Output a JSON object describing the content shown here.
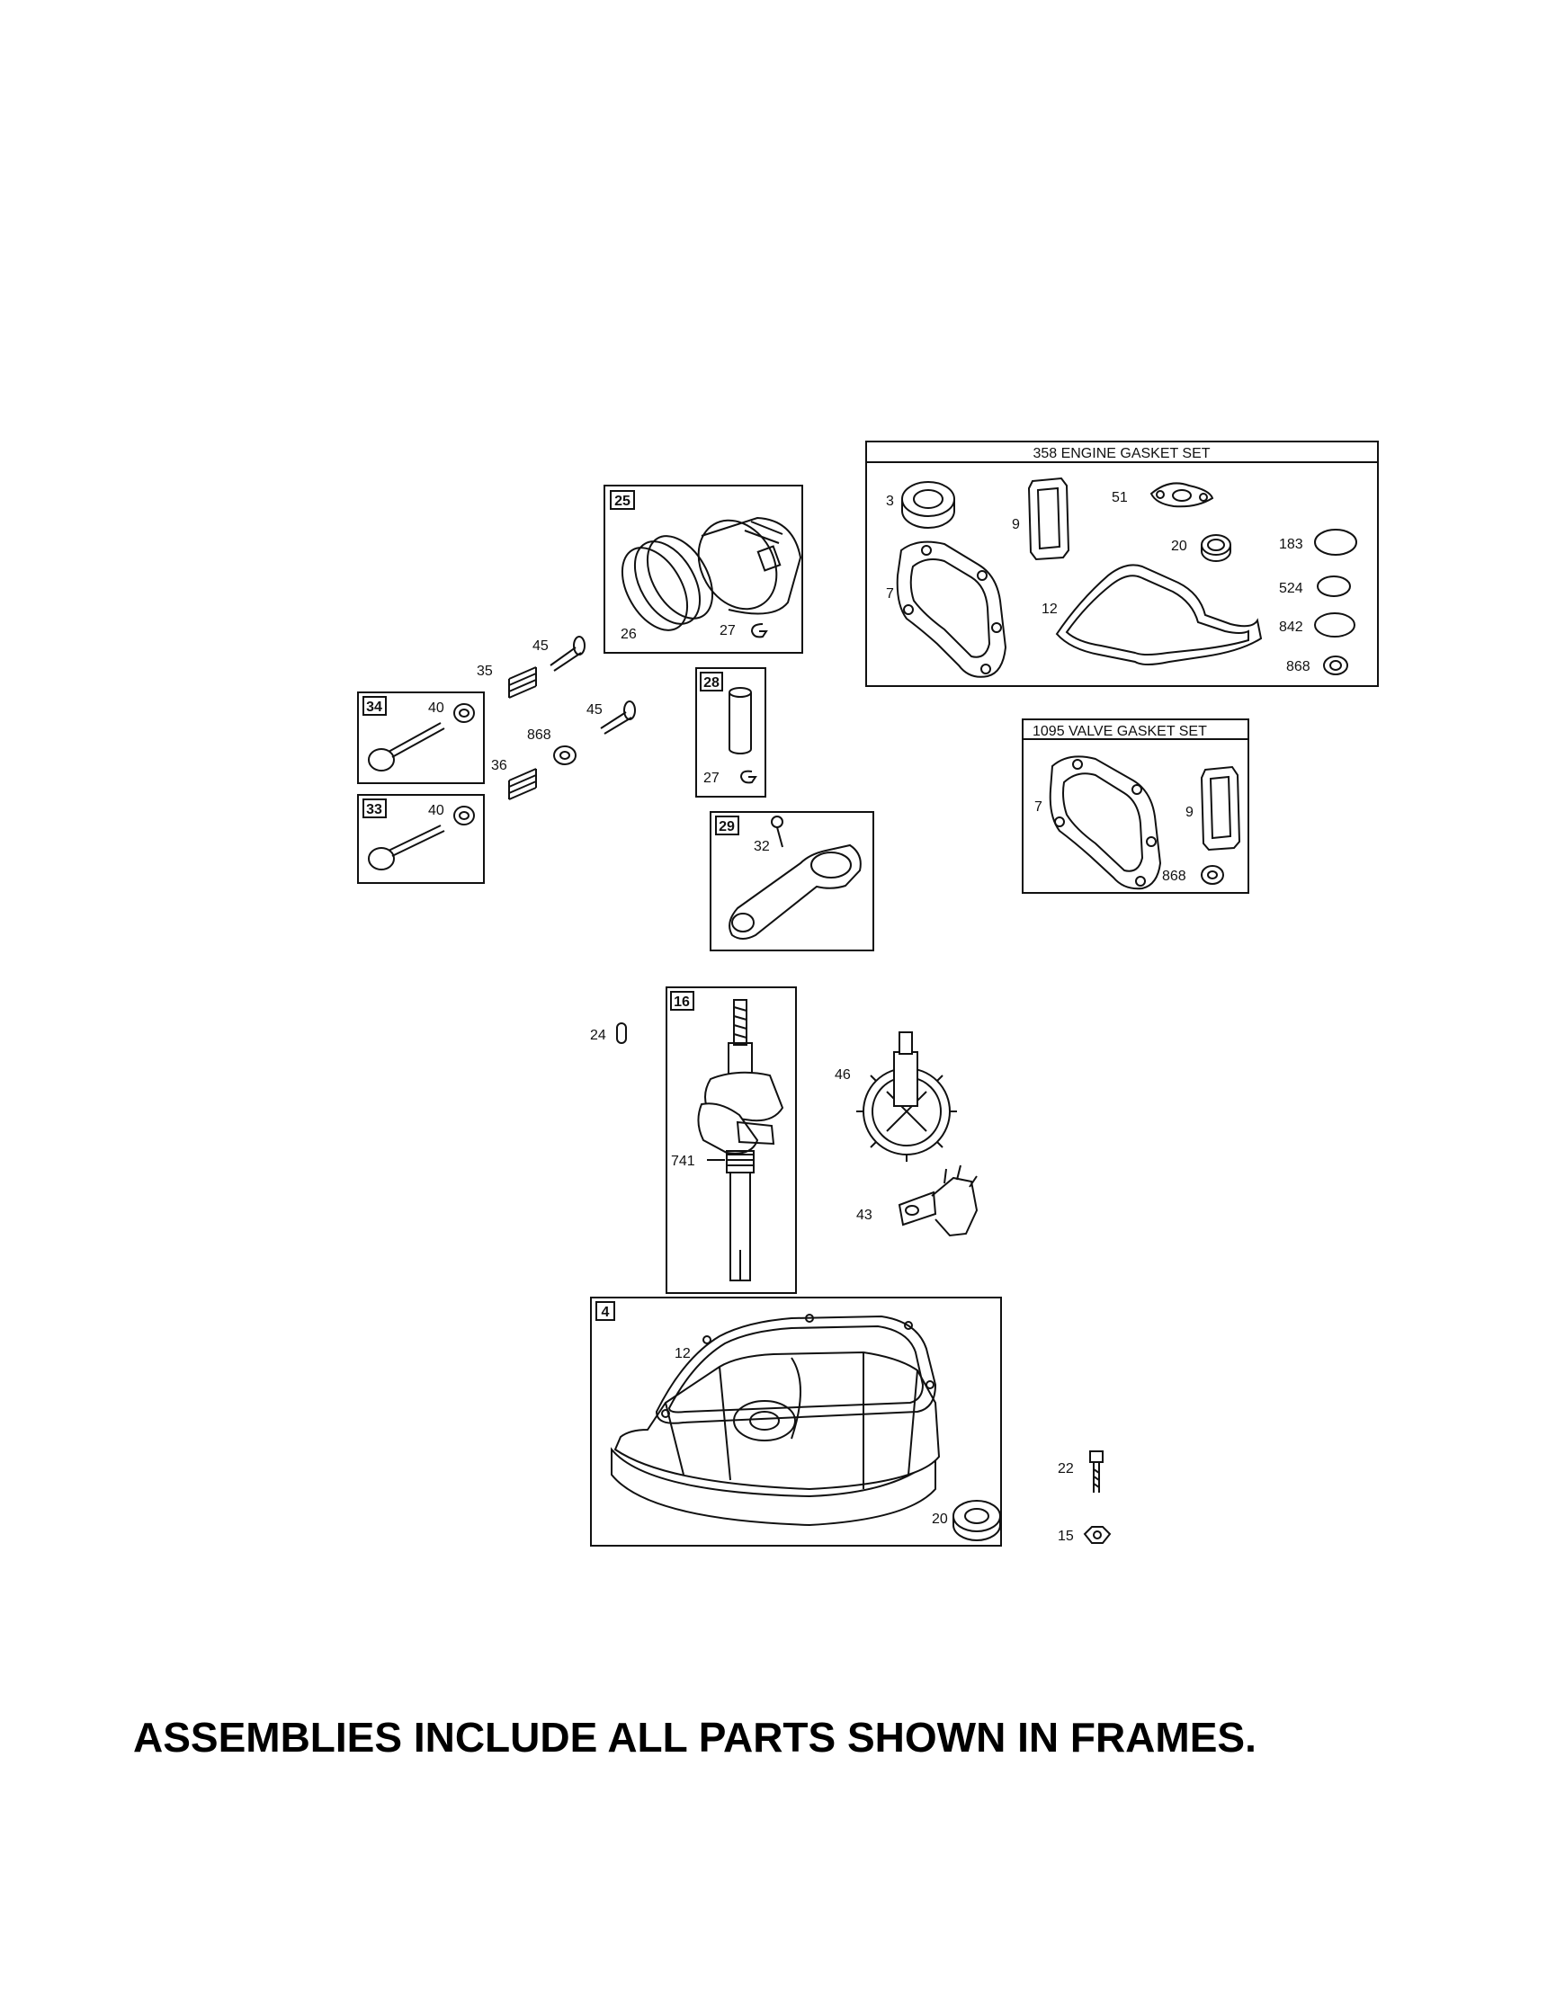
{
  "caption": "ASSEMBLIES INCLUDE ALL PARTS SHOWN IN FRAMES.",
  "frames": {
    "f358": {
      "title": "358 ENGINE GASKET SET"
    },
    "f1095": {
      "title": "1095 VALVE GASKET SET"
    },
    "f25": {
      "num": "25"
    },
    "f28": {
      "num": "28"
    },
    "f29": {
      "num": "29"
    },
    "f34": {
      "num": "34"
    },
    "f33": {
      "num": "33"
    },
    "f16": {
      "num": "16"
    },
    "f4": {
      "num": "4"
    }
  },
  "labels": {
    "g3": "3",
    "g9": "9",
    "g51": "51",
    "g20": "20",
    "g183": "183",
    "g7": "7",
    "g524": "524",
    "g12": "12",
    "g842": "842",
    "g868": "868",
    "v7": "7",
    "v9": "9",
    "v868": "868",
    "p26": "26",
    "p27": "27",
    "w27": "27",
    "r32": "32",
    "s45a": "45",
    "s35": "35",
    "s40a": "40",
    "s45b": "45",
    "s868": "868",
    "s36": "36",
    "s40b": "40",
    "c24": "24",
    "c741": "741",
    "c46": "46",
    "c43": "43",
    "k12": "12",
    "k20": "20",
    "k22": "22",
    "k15": "15"
  }
}
